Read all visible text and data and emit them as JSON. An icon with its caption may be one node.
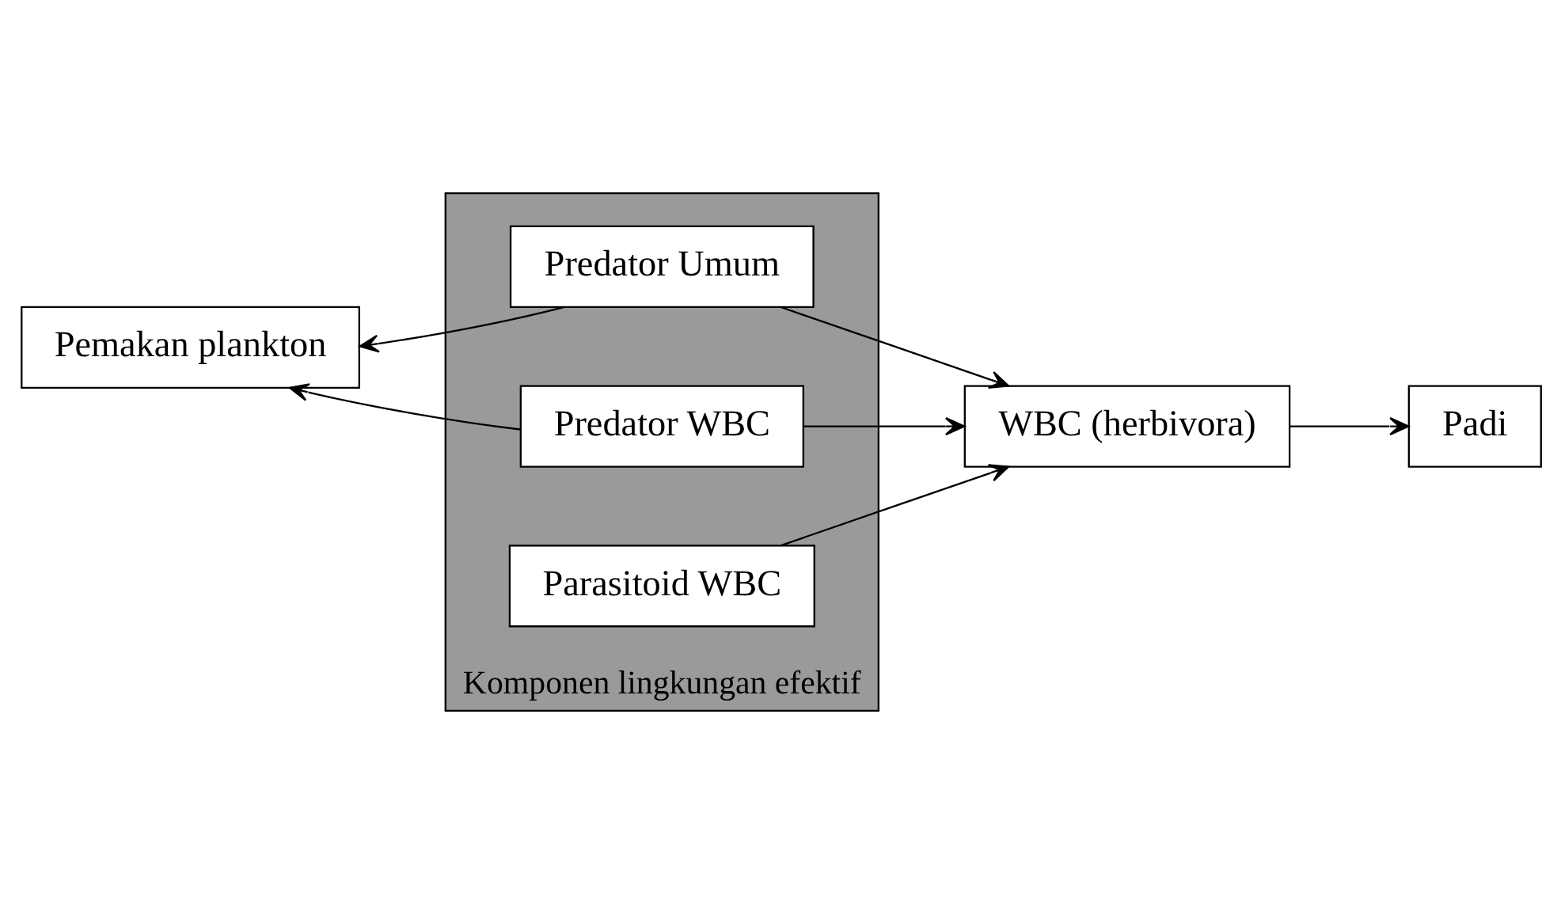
{
  "diagram": {
    "nodes": [
      {
        "text": [
          "Komponen lingkungan efektif"
        ]
      },
      {
        "text": [
          "Predator Umum"
        ],
        "in": 0
      },
      {
        "text": [
          "Predator WBC"
        ],
        "in": 0
      },
      {
        "text": [
          "Parasitoid WBC"
        ],
        "in": 0
      },
      {
        "text": [
          "Pemakan plankton"
        ]
      },
      {
        "text": [
          "WBC (herbivora)"
        ]
      },
      {
        "text": [
          "Padi"
        ]
      }
    ],
    "edges": [
      {
        "from": 1,
        "to": 4,
        "arrow": "to"
      },
      {
        "from": 2,
        "to": 4,
        "arrow": "to"
      },
      {
        "from": 1,
        "to": 5,
        "arrow": "to"
      },
      {
        "from": 2,
        "to": 5,
        "arrow": "to"
      },
      {
        "from": 3,
        "to": 5,
        "arrow": "to"
      },
      {
        "from": 5,
        "to": 6,
        "arrow": "to"
      }
    ]
  }
}
